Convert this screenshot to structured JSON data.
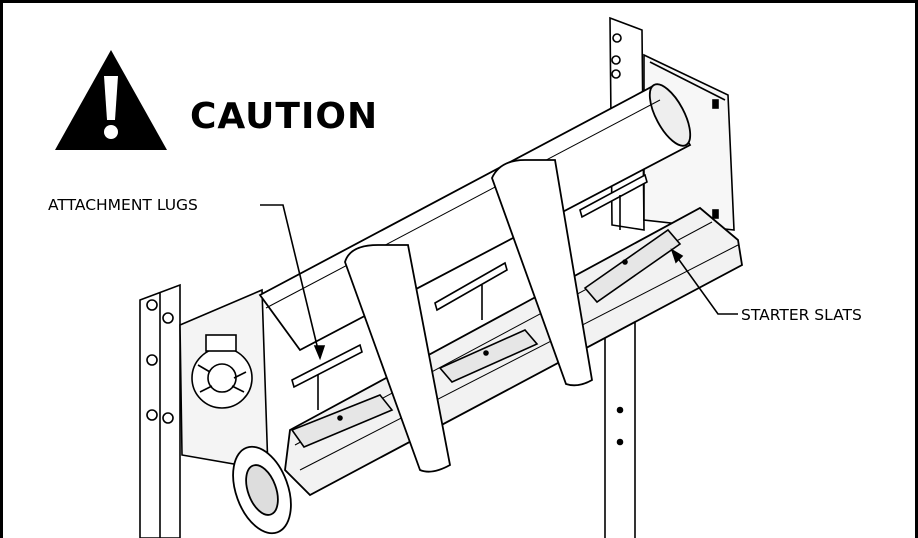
{
  "caution": {
    "title": "CAUTION"
  },
  "callouts": {
    "attachment_lugs": "ATTACHMENT LUGS",
    "starter_slats": "STARTER SLATS"
  },
  "colors": {
    "ink": "#000000",
    "paper": "#ffffff",
    "panel_shade": "#f2f2f2",
    "slat_shade": "#e6e6e6"
  }
}
